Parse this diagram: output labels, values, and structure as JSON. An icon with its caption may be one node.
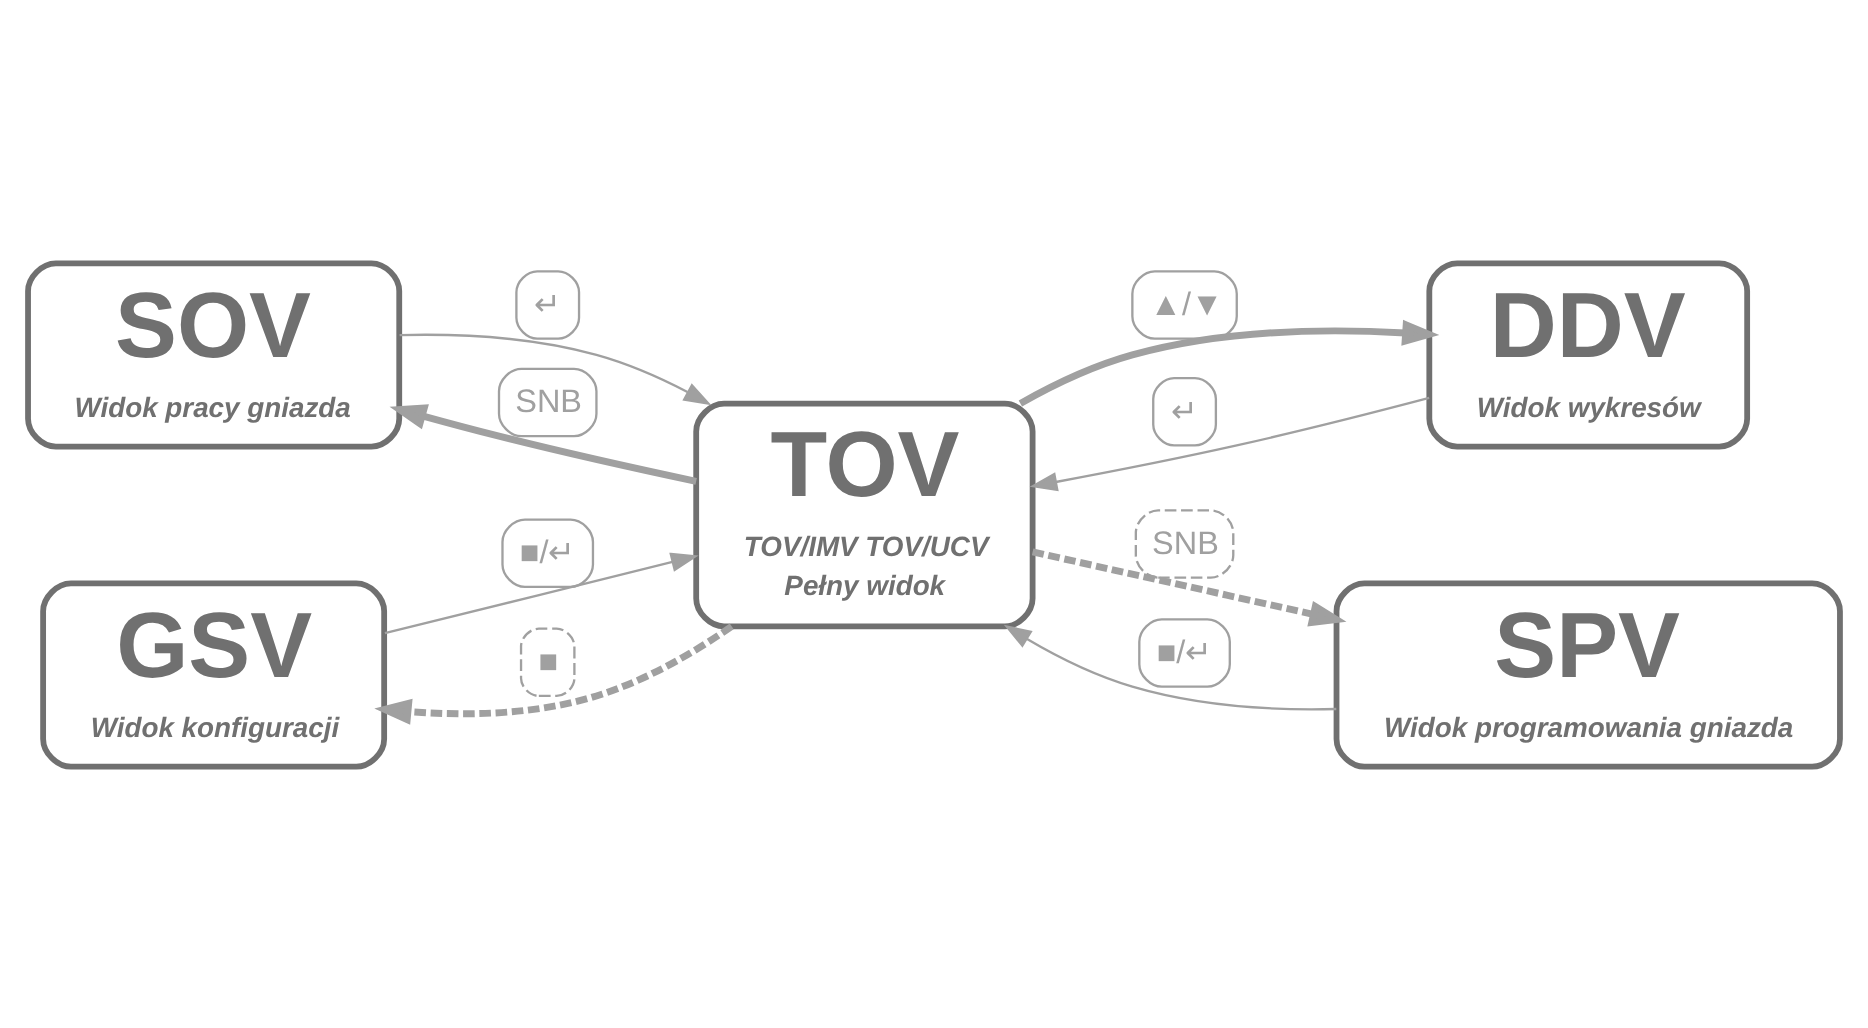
{
  "diagram": {
    "nodes": [
      {
        "text": [
          "SOV",
          "Widok pracy gniazda"
        ]
      },
      {
        "text": [
          "DDV",
          "Widok wykresów"
        ]
      },
      {
        "text": [
          "TOV",
          "TOV/IMV TOV/UCV",
          "Pełny widok"
        ]
      },
      {
        "text": [
          "GSV",
          "Widok konfiguracji"
        ]
      },
      {
        "text": [
          "SPV",
          "Widok programowania gniazda"
        ]
      }
    ],
    "edges": [
      {
        "from": 2,
        "to": 0,
        "arrow": "to",
        "label": "SNB",
        "style": "thick"
      },
      {
        "from": 0,
        "to": 2,
        "arrow": "to",
        "label": "↵"
      },
      {
        "from": 2,
        "to": 1,
        "arrow": "to",
        "label": "▲/▼",
        "style": "thick"
      },
      {
        "from": 1,
        "to": 2,
        "arrow": "to",
        "label": "↵"
      },
      {
        "from": 3,
        "to": 2,
        "arrow": "to",
        "label": "■/↵"
      },
      {
        "from": 2,
        "to": 3,
        "arrow": "to",
        "label": "■",
        "style": "dashed"
      },
      {
        "from": 2,
        "to": 4,
        "arrow": "to",
        "label": "SNB",
        "style": "dashed"
      },
      {
        "from": 4,
        "to": 2,
        "arrow": "to",
        "label": "■/↵"
      }
    ]
  }
}
